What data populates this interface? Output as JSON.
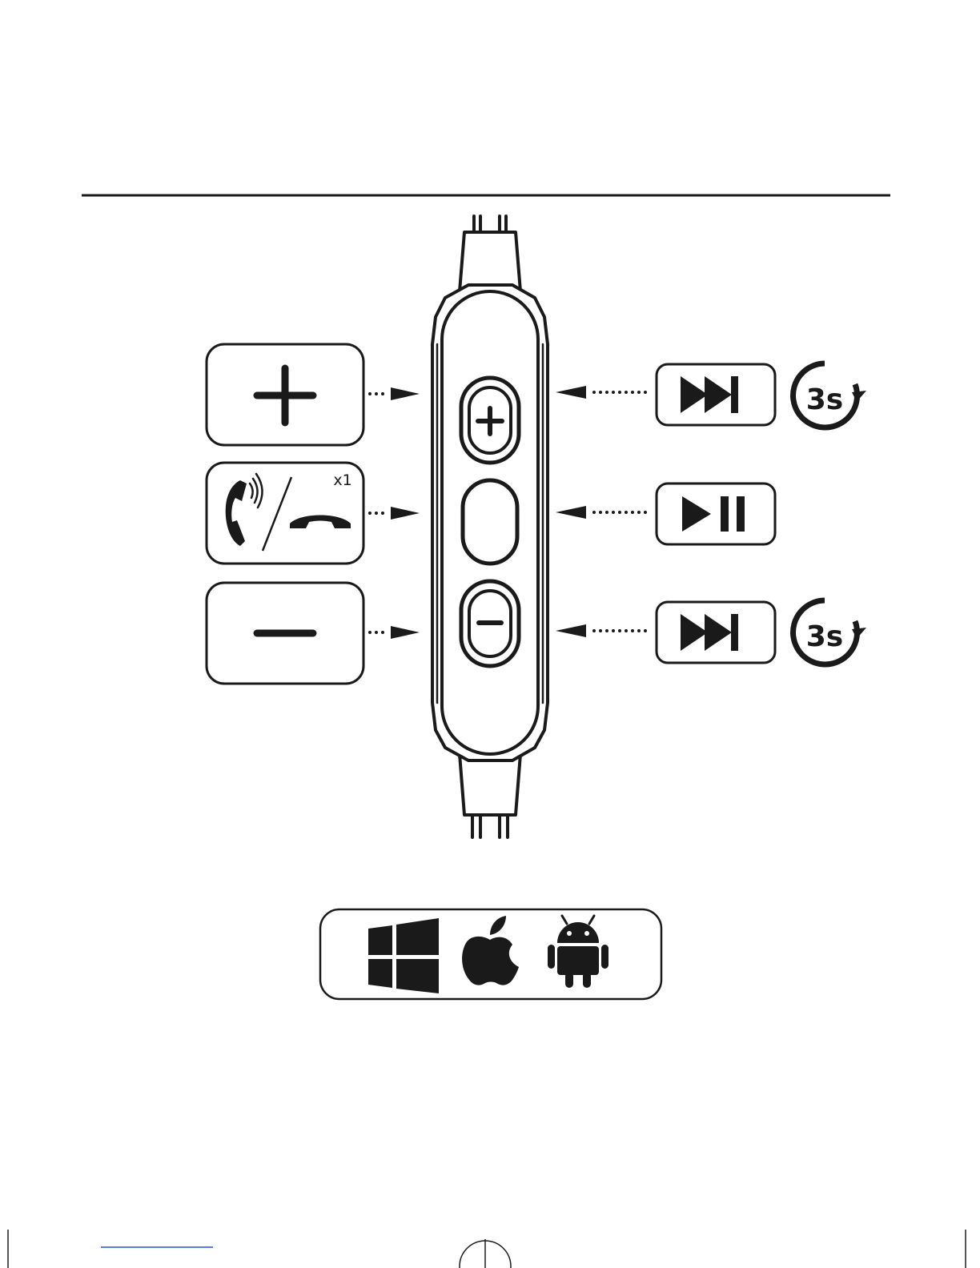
{
  "colors": {
    "ink": "#1a1a1a",
    "paper": "#ffffff",
    "link": "#2b4fd8"
  },
  "left_functions": [
    {
      "id": "volume-up",
      "icon": "plus-icon"
    },
    {
      "id": "call-answer-end",
      "icon": "phone-answer-end-icon",
      "press_count": "x1"
    },
    {
      "id": "volume-down",
      "icon": "minus-icon"
    }
  ],
  "remote_buttons": [
    {
      "id": "plus",
      "icon": "plus-icon"
    },
    {
      "id": "middle",
      "icon": ""
    },
    {
      "id": "minus",
      "icon": "minus-icon"
    }
  ],
  "right_functions": [
    {
      "id": "next-track",
      "icon": "skip-forward-icon",
      "hold": "3s"
    },
    {
      "id": "play-pause",
      "icon": "play-pause-icon"
    },
    {
      "id": "previous-track",
      "icon": "skip-forward-icon",
      "hold": "3s"
    }
  ],
  "compatible_os": [
    "windows-logo-icon",
    "apple-logo-icon",
    "android-logo-icon"
  ]
}
